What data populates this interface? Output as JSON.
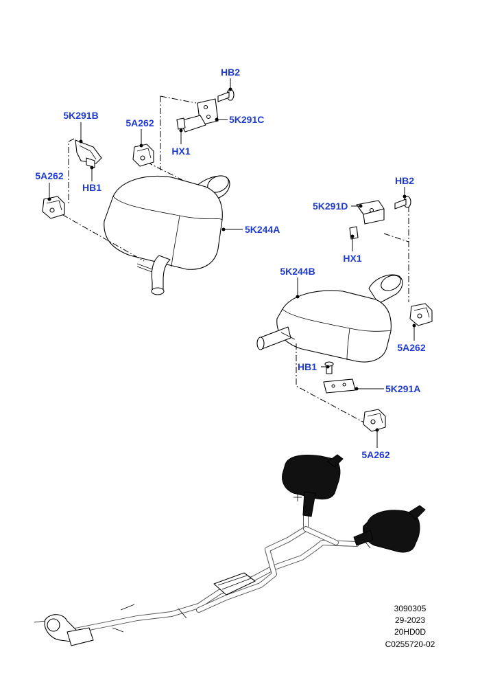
{
  "callouts": {
    "hb2_top": "HB2",
    "k291c": "5K291C",
    "k291b": "5K291B",
    "a262_upper_mid": "5A262",
    "hx1_top": "HX1",
    "a262_left": "5A262",
    "hb1_left": "HB1",
    "k244a": "5K244A",
    "hb2_right": "HB2",
    "k291d": "5K291D",
    "hx1_right": "HX1",
    "k244b": "5K244B",
    "a262_right": "5A262",
    "hb1_right": "HB1",
    "k291a": "5K291A",
    "a262_bottom": "5A262"
  },
  "reference": {
    "line1": "3090305",
    "line2": "29-2023",
    "line3": "20HD0D",
    "line4": "C0255720-02"
  },
  "colors": {
    "callout": "#1f3ad1",
    "line": "#000000",
    "highlight": "#111111"
  }
}
